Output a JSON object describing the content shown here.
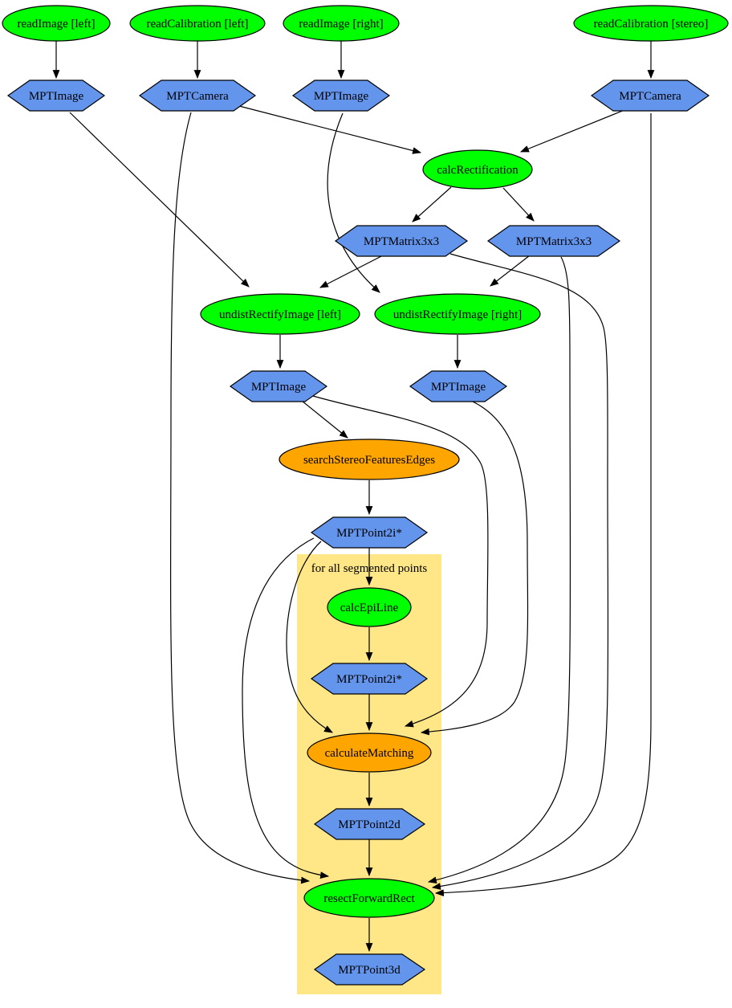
{
  "diagram": {
    "type": "dataflow-graph",
    "background": "#ffffff",
    "colors": {
      "function_fill": "#00ff00",
      "iterator_fill": "#ffa500",
      "data_fill": "#6495ed",
      "cluster_fill": "#ffe788",
      "edge_stroke": "#000000",
      "text": "#000000"
    },
    "cluster": {
      "label": "for all segmented points"
    },
    "nodes": {
      "readimage_left": "readImage [left]",
      "readcalibration_left": "readCalibration [left]",
      "readimage_right": "readImage [right]",
      "readcalibration_stereo": "readCalibration [stereo]",
      "mptimage_left": "MPTImage",
      "mptcamera_left": "MPTCamera",
      "mptimage_right": "MPTImage",
      "mptcamera_stereo": "MPTCamera",
      "calcrectification": "calcRectification",
      "mptmatrix_left": "MPTMatrix3x3",
      "mptmatrix_right": "MPTMatrix3x3",
      "undistrectify_left": "undistRectifyImage [left]",
      "undistrectify_right": "undistRectifyImage [right]",
      "mptimage_rect_left": "MPTImage",
      "mptimage_rect_right": "MPTImage",
      "searchstereo": "searchStereoFeaturesEdges",
      "mptpoint2i_seg": "MPTPoint2i*",
      "calcepiline": "calcEpiLine",
      "mptpoint2i_epi": "MPTPoint2i*",
      "calculatematching": "calculateMatching",
      "mptpoint2d": "MPTPoint2d",
      "resectforwardrect": "resectForwardRect",
      "mptpoint3d": "MPTPoint3d"
    },
    "edges": [
      {
        "from": "readimage_left",
        "to": "mptimage_left"
      },
      {
        "from": "readcalibration_left",
        "to": "mptcamera_left"
      },
      {
        "from": "readimage_right",
        "to": "mptimage_right"
      },
      {
        "from": "readcalibration_stereo",
        "to": "mptcamera_stereo"
      },
      {
        "from": "mptcamera_left",
        "to": "calcrectification"
      },
      {
        "from": "mptcamera_stereo",
        "to": "calcrectification"
      },
      {
        "from": "calcrectification",
        "to": "mptmatrix_left"
      },
      {
        "from": "calcrectification",
        "to": "mptmatrix_right"
      },
      {
        "from": "mptimage_left",
        "to": "undistrectify_left"
      },
      {
        "from": "mptmatrix_left",
        "to": "undistrectify_left"
      },
      {
        "from": "mptimage_right",
        "to": "undistrectify_right"
      },
      {
        "from": "mptmatrix_right",
        "to": "undistrectify_right"
      },
      {
        "from": "undistrectify_left",
        "to": "mptimage_rect_left"
      },
      {
        "from": "undistrectify_right",
        "to": "mptimage_rect_right"
      },
      {
        "from": "mptimage_rect_left",
        "to": "searchstereo"
      },
      {
        "from": "searchstereo",
        "to": "mptpoint2i_seg"
      },
      {
        "from": "mptpoint2i_seg",
        "to": "calcepiline"
      },
      {
        "from": "calcepiline",
        "to": "mptpoint2i_epi"
      },
      {
        "from": "mptpoint2i_epi",
        "to": "calculatematching"
      },
      {
        "from": "mptpoint2i_seg",
        "to": "calculatematching"
      },
      {
        "from": "mptimage_rect_left",
        "to": "calculatematching"
      },
      {
        "from": "mptimage_rect_right",
        "to": "calculatematching"
      },
      {
        "from": "calculatematching",
        "to": "mptpoint2d"
      },
      {
        "from": "mptpoint2d",
        "to": "resectforwardrect"
      },
      {
        "from": "mptcamera_left",
        "to": "resectforwardrect"
      },
      {
        "from": "mptpoint2i_seg",
        "to": "resectforwardrect"
      },
      {
        "from": "mptmatrix_right",
        "to": "resectforwardrect"
      },
      {
        "from": "mptmatrix_left",
        "to": "resectforwardrect"
      },
      {
        "from": "mptcamera_stereo",
        "to": "resectforwardrect"
      },
      {
        "from": "resectforwardrect",
        "to": "mptpoint3d"
      }
    ]
  }
}
